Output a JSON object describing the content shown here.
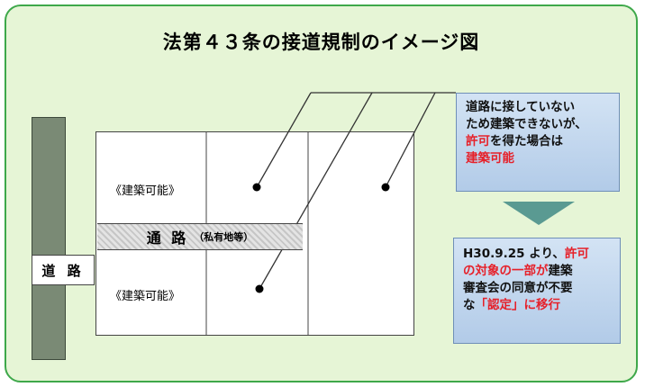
{
  "title": "法第４３条の接道規制のイメージ図",
  "road_main": "道 路",
  "lot_top_label": "《建築可能》",
  "lot_bottom_label": "《建築可能》",
  "private_road": {
    "main": "通 路",
    "sub": "（私有地等）"
  },
  "callout_top": {
    "line1": "道路に接していない",
    "line2": "ため建築できないが、",
    "line3_red": "許可",
    "line3_rest": "を得た場合は",
    "line4_red": "建築可能"
  },
  "callout_bottom": {
    "l1_black": "H30.9.25 より、",
    "l1_red": "許可",
    "l2_red": "の対象の一部が",
    "l2_black": "建築",
    "l3": "審査会の同意が不要",
    "l4_black": "な",
    "l4_red": "「認定」に移行"
  },
  "colors": {
    "frame_border": "#3ea84a",
    "frame_bg": "#e6f5d6",
    "road": "#7a8a75",
    "callout_bg": "#c3d8ee",
    "accent_red": "#e6212a",
    "arrow": "#5a9a92"
  }
}
